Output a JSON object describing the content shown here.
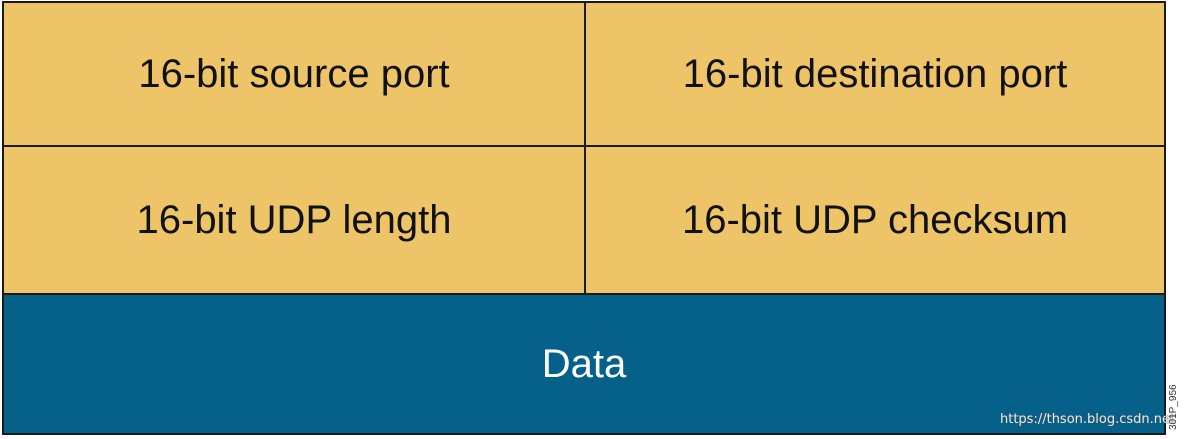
{
  "header_fields": {
    "source_port": "16-bit source port",
    "destination_port": "16-bit destination port",
    "udp_length": "16-bit UDP length",
    "udp_checksum": "16-bit UDP checksum"
  },
  "payload": {
    "label": "Data"
  },
  "colors": {
    "header_fill": "#eec468",
    "data_fill": "#05618a",
    "border": "#1a1a1a"
  },
  "watermark": "https://thson.blog.csdn.net",
  "figure_code": "301P_956"
}
